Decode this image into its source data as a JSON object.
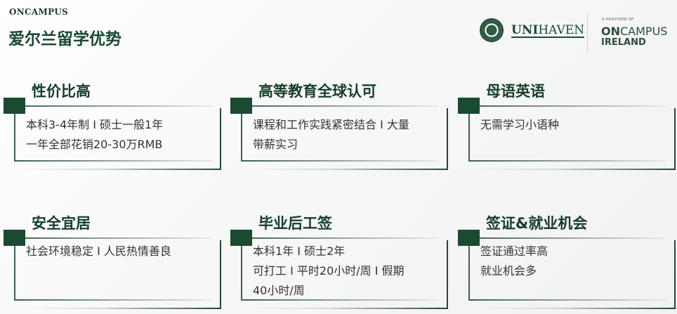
{
  "header": {
    "brand": "ONCAMPUS",
    "title": "爱尔兰留学优势"
  },
  "logos": {
    "unihaven_bold": "UNI",
    "unihaven_rest": "HAVEN",
    "provider": "A PROVIDER OF",
    "oncampus_bold": "ON",
    "oncampus_rest": "CAMPUS",
    "ireland": "IRELAND"
  },
  "cards": [
    {
      "title": "性价比高",
      "lines": [
        "本科3-4年制 I 硕士一般1年",
        "一年全部花销20-30万RMB"
      ]
    },
    {
      "title": "高等教育全球认可",
      "lines": [
        "课程和工作实践紧密结合 I 大量",
        "带薪实习"
      ]
    },
    {
      "title": "母语英语",
      "lines": [
        "无需学习小语种"
      ]
    },
    {
      "title": "安全宜居",
      "lines": [
        "社会环境稳定 I 人民热情善良"
      ]
    },
    {
      "title": "毕业后工签",
      "lines": [
        "本科1年 I 硕士2年",
        "可打工 I 平时20小时/周 I 假期",
        "40小时/周"
      ]
    },
    {
      "title": "签证&就业机会",
      "lines": [
        "签证通过率高",
        "就业机会多"
      ]
    }
  ]
}
